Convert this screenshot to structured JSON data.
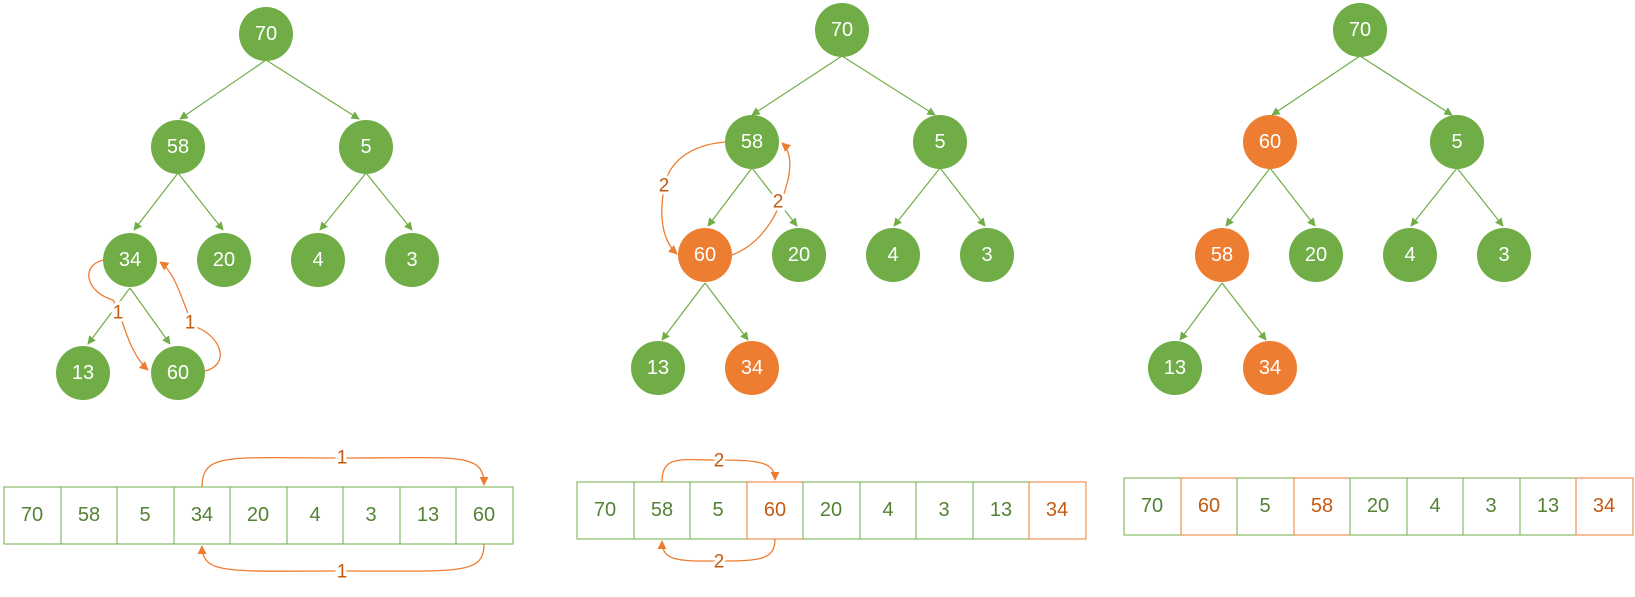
{
  "colors": {
    "green": "#70ad47",
    "orange": "#ed7d31",
    "node_text": "#ffffff",
    "cell_text_green": "#548235",
    "cell_text_orange": "#c55a11",
    "cell_border_green": "#70ad47",
    "cell_border_orange": "#ed7d31"
  },
  "panels": [
    {
      "id": "step-1",
      "tree": {
        "nodes": [
          {
            "label": "70",
            "highlight": false
          },
          {
            "label": "58",
            "highlight": false
          },
          {
            "label": "5",
            "highlight": false
          },
          {
            "label": "34",
            "highlight": false
          },
          {
            "label": "20",
            "highlight": false
          },
          {
            "label": "4",
            "highlight": false
          },
          {
            "label": "3",
            "highlight": false
          },
          {
            "label": "13",
            "highlight": false
          },
          {
            "label": "60",
            "highlight": false
          }
        ],
        "swap_label": "1"
      },
      "array": {
        "cells": [
          {
            "label": "70",
            "highlight": false
          },
          {
            "label": "58",
            "highlight": false
          },
          {
            "label": "5",
            "highlight": false
          },
          {
            "label": "34",
            "highlight": false
          },
          {
            "label": "20",
            "highlight": false
          },
          {
            "label": "4",
            "highlight": false
          },
          {
            "label": "3",
            "highlight": false
          },
          {
            "label": "13",
            "highlight": false
          },
          {
            "label": "60",
            "highlight": false
          }
        ],
        "swap_label": "1"
      }
    },
    {
      "id": "step-2",
      "tree": {
        "nodes": [
          {
            "label": "70",
            "highlight": false
          },
          {
            "label": "58",
            "highlight": false
          },
          {
            "label": "5",
            "highlight": false
          },
          {
            "label": "60",
            "highlight": true
          },
          {
            "label": "20",
            "highlight": false
          },
          {
            "label": "4",
            "highlight": false
          },
          {
            "label": "3",
            "highlight": false
          },
          {
            "label": "13",
            "highlight": false
          },
          {
            "label": "34",
            "highlight": true
          }
        ],
        "swap_label": "2"
      },
      "array": {
        "cells": [
          {
            "label": "70",
            "highlight": false
          },
          {
            "label": "58",
            "highlight": false
          },
          {
            "label": "5",
            "highlight": false
          },
          {
            "label": "60",
            "highlight": true
          },
          {
            "label": "20",
            "highlight": false
          },
          {
            "label": "4",
            "highlight": false
          },
          {
            "label": "3",
            "highlight": false
          },
          {
            "label": "13",
            "highlight": false
          },
          {
            "label": "34",
            "highlight": true
          }
        ],
        "swap_label": "2"
      }
    },
    {
      "id": "step-3",
      "tree": {
        "nodes": [
          {
            "label": "70",
            "highlight": false
          },
          {
            "label": "60",
            "highlight": true
          },
          {
            "label": "5",
            "highlight": false
          },
          {
            "label": "58",
            "highlight": true
          },
          {
            "label": "20",
            "highlight": false
          },
          {
            "label": "4",
            "highlight": false
          },
          {
            "label": "3",
            "highlight": false
          },
          {
            "label": "13",
            "highlight": false
          },
          {
            "label": "34",
            "highlight": true
          }
        ],
        "swap_label": ""
      },
      "array": {
        "cells": [
          {
            "label": "70",
            "highlight": false
          },
          {
            "label": "60",
            "highlight": true
          },
          {
            "label": "5",
            "highlight": false
          },
          {
            "label": "58",
            "highlight": true
          },
          {
            "label": "20",
            "highlight": false
          },
          {
            "label": "4",
            "highlight": false
          },
          {
            "label": "3",
            "highlight": false
          },
          {
            "label": "13",
            "highlight": false
          },
          {
            "label": "34",
            "highlight": true
          }
        ],
        "swap_label": ""
      }
    }
  ]
}
